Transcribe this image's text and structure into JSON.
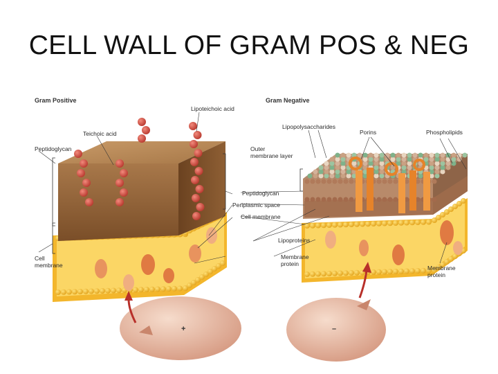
{
  "title": "CELL WALL OF GRAM POS & NEG",
  "gram_positive": {
    "heading": "Gram Positive",
    "labels": {
      "lipoteichoic_acid": "Lipoteichoic acid",
      "teichoic_acid": "Teichoic acid",
      "peptidoglycan": "Peptidoglycan",
      "cell_membrane": "Cell\nmembrane"
    },
    "cell_sign": "+"
  },
  "gram_negative": {
    "heading": "Gram Negative",
    "labels": {
      "lipopolysaccharides": "Lipopolysaccharides",
      "porins": "Porins",
      "phospholipids": "Phospholipids",
      "outer_membrane_layer": "Outer\nmembrane layer",
      "membrane_protein": "Membrane\nprotein"
    },
    "cell_sign": "–"
  },
  "shared_labels": {
    "peptidoglycan": "Peptidoglycan",
    "periplasmic_space": "Periplasmic space",
    "cell_membrane": "Cell membrane",
    "lipoproteins": "Lipoproteins",
    "membrane_protein": "Membrane\nprotein"
  },
  "colors": {
    "peptidoglycan_block": "#9c6b3c",
    "bead": "#d85a4e",
    "membrane": "#f5c23c",
    "protein": "#e89260",
    "cell": "#e8b8a2",
    "arrow": "#b8302a"
  }
}
